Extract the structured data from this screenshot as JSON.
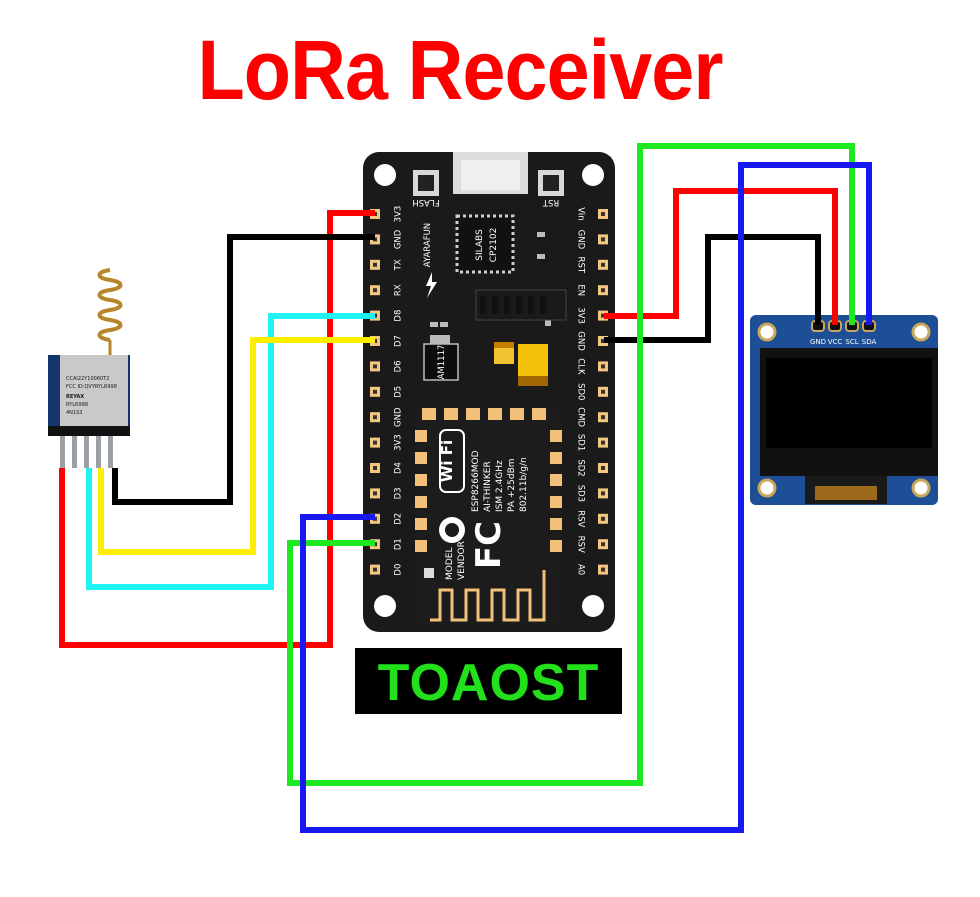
{
  "title": "LoRa Receiver",
  "brand": "TOAOST",
  "colors": {
    "title": "#ff0000",
    "brand_text": "#22e01a",
    "wire_red": "#ff0000",
    "wire_black": "#000000",
    "wire_cyan": "#1ef2f2",
    "wire_yellow": "#ffee00",
    "wire_green": "#1ee81e",
    "wire_blue": "#1818f0"
  },
  "nodemcu": {
    "button_flash": "FLASH",
    "button_rst": "RST",
    "usb_chip_line1": "SILABS",
    "usb_chip_line2": "CP2102",
    "maker": "AYARAFUN",
    "regulator": "AM1117",
    "wifi_text": "Wi Fi",
    "module_lines": [
      "ESP8266MOD",
      "AI-THINKER",
      "ISM 2.4GHz",
      "PA +25dBm",
      "802.11b/g/n"
    ],
    "model_vendor": [
      "MODEL",
      "VENDOR"
    ],
    "fc_mark": "FC",
    "left_pins": [
      "3V3",
      "GND",
      "TX",
      "RX",
      "D8",
      "D7",
      "D6",
      "D5",
      "GND",
      "3V3",
      "D4",
      "D3",
      "D2",
      "D1",
      "D0"
    ],
    "right_pins": [
      "Vin",
      "GND",
      "RST",
      "EN",
      "3V3",
      "GND",
      "CLK",
      "SD0",
      "CMD",
      "SD1",
      "SD2",
      "SD3",
      "RSV",
      "RSV",
      "A0"
    ]
  },
  "lora_module": {
    "lines": [
      "CCAI22Y10060T2",
      "FCC ID:QVYRYLR998",
      "REYAX",
      "RYLR998",
      "4N1S3"
    ]
  },
  "oled": {
    "pins": [
      "GND",
      "VCC",
      "SCL",
      "SDA"
    ]
  }
}
